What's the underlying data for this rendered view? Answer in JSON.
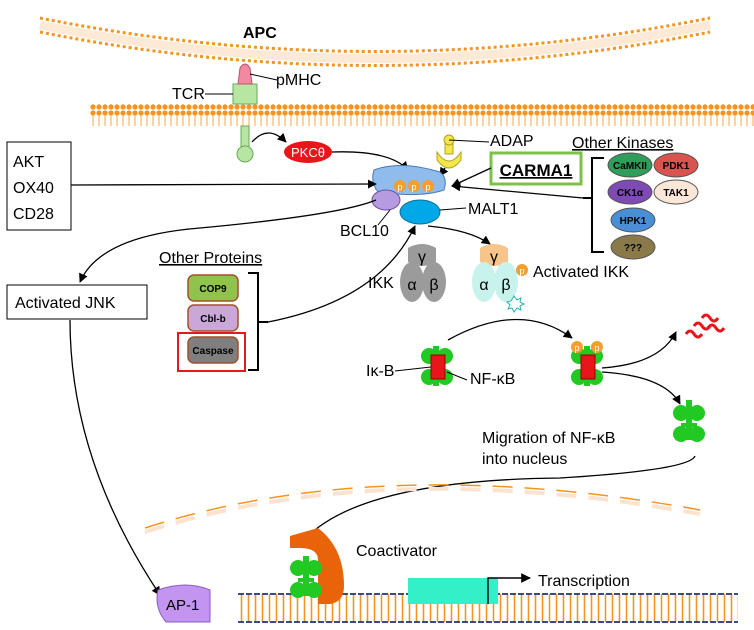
{
  "labels": {
    "apc": "APC",
    "tcr": "TCR",
    "pmhc": "pMHC",
    "pkc": "PKCθ",
    "adap": "ADAP",
    "carma1": "CARMA1",
    "other_kinases": "Other Kinases",
    "bcl10": "BCL10",
    "malt1": "MALT1",
    "ikk": "IKK",
    "activated_ikk": "Activated IKK",
    "activated_jnk": "Activated JNK",
    "other_proteins": "Other Proteins",
    "ikb": "Iκ-B",
    "nfkb": "NF-κB",
    "migration_line1": "Migration of NF-κB",
    "migration_line2": "into nucleus",
    "coactivator": "Coactivator",
    "ap1": "AP-1",
    "transcription": "Transcription",
    "gamma": "γ",
    "alpha": "α",
    "beta": "β",
    "p": "p"
  },
  "costim": [
    "AKT",
    "OX40",
    "CD28"
  ],
  "kinases": [
    {
      "label": "CaMKII",
      "color": "#2e9e5a"
    },
    {
      "label": "PDK1",
      "color": "#d9534f"
    },
    {
      "label": "CK1α",
      "color": "#7e4bb5"
    },
    {
      "label": "TAK1",
      "color": "#fbe7d8"
    },
    {
      "label": "HPK1",
      "color": "#4a8fd6"
    },
    {
      "label": "???",
      "color": "#8a7a4a"
    }
  ],
  "proteins": [
    {
      "label": "COP9",
      "color": "#8fc34c"
    },
    {
      "label": "Cbl-b",
      "color": "#c9a8d9"
    },
    {
      "label": "Caspase",
      "color": "#7f7f7f"
    }
  ],
  "colors": {
    "membrane": "#f7941d",
    "tcr_green": "#b7e6a2",
    "pkc_red": "#e8151b",
    "carma_blue": "#8fbcec",
    "malt_cyan": "#00a8e8",
    "bcl_purple": "#b79be0",
    "p_orange": "#f0a030",
    "ikk_gray": "#9b9b9b",
    "nfkb_green": "#22c922",
    "ikb_red": "#e8151b",
    "coactivator": "#e8630a",
    "ap1": "#c394f0",
    "dna_box": "#33f0c8",
    "highlight_green": "#7cc24a",
    "highlight_red": "#e01b1b"
  }
}
